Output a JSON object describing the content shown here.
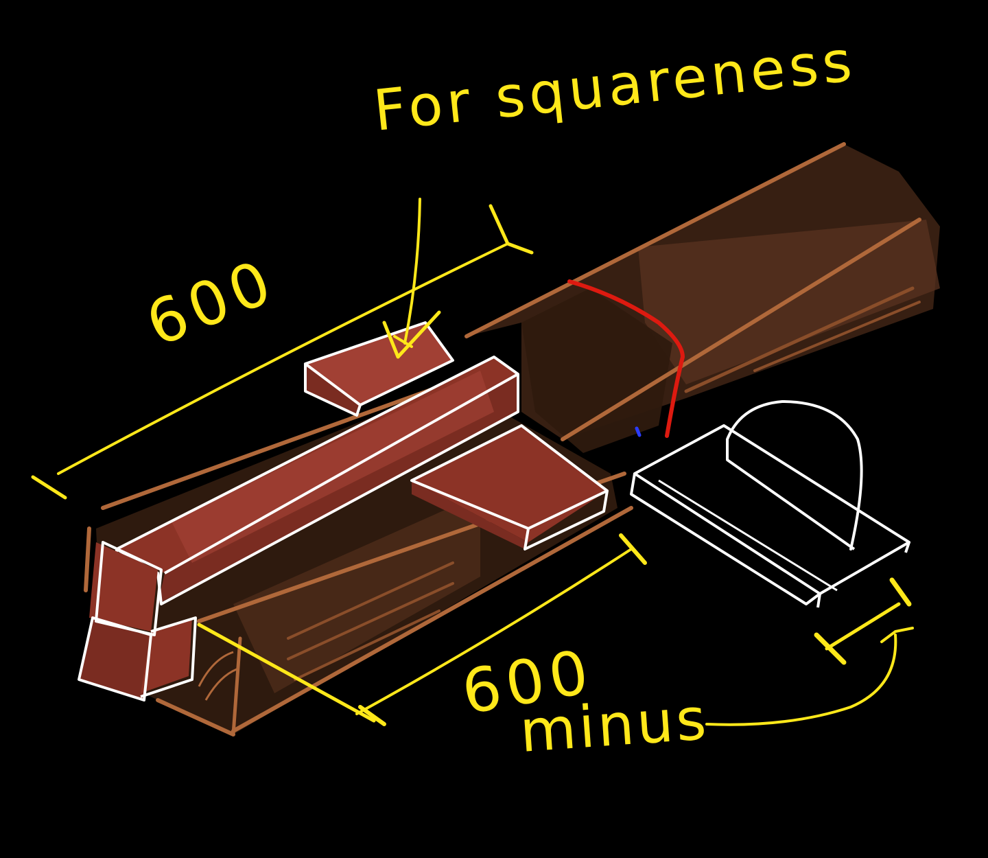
{
  "labels": {
    "title_note": "For squareness",
    "length_top": "600",
    "length_bottom": "600",
    "minus_note": "minus"
  },
  "colors": {
    "background": "#000000",
    "annotation": "#ffe81a",
    "outline": "#ffffff",
    "wood_dark": "#3a2113",
    "wood_mid": "#5a3320",
    "wood_edge": "#b0683a",
    "block_red": "#8c3326",
    "cut_line": "#dd1a10",
    "marker_blue": "#2a3cff"
  }
}
